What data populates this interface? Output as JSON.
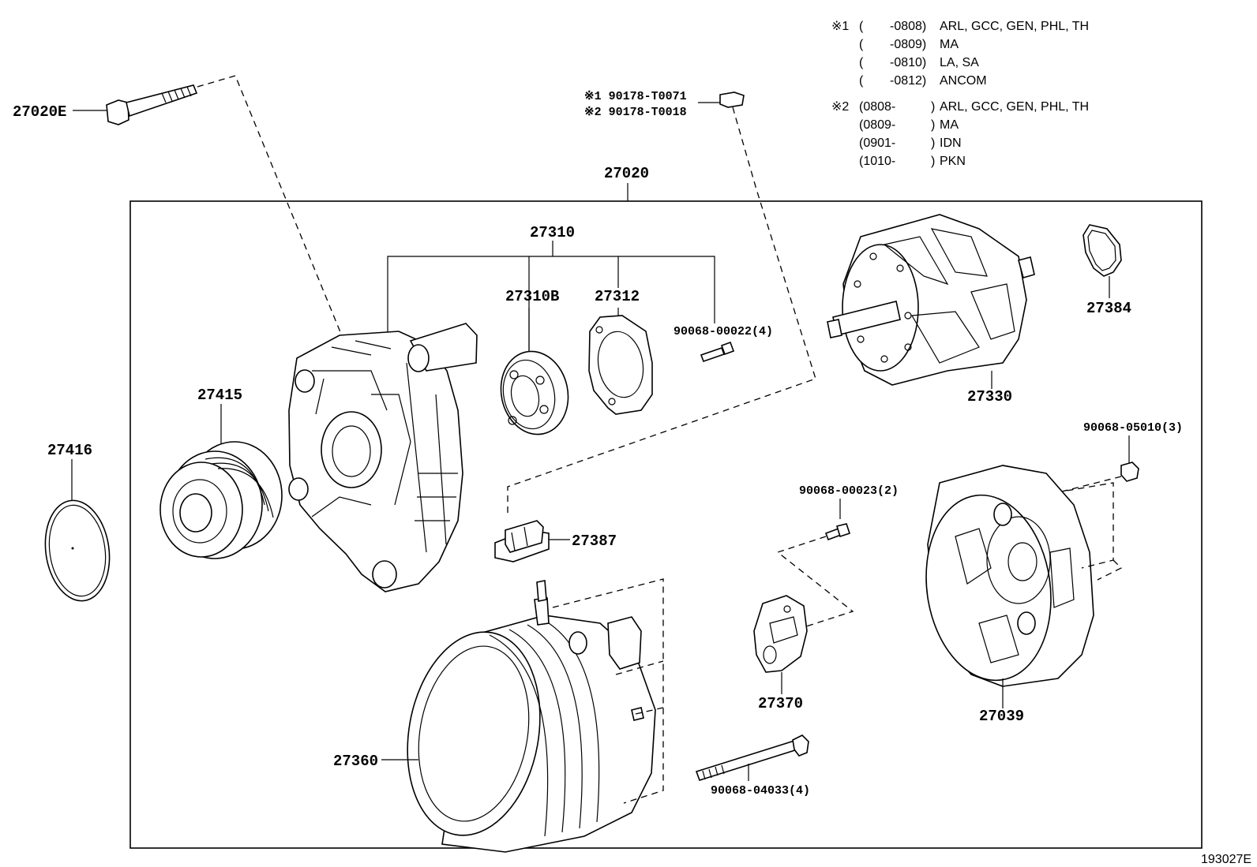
{
  "diagram_id": "193027E",
  "notes": {
    "n1": [
      {
        "marker": "※1",
        "from": "(",
        "to": "-0808)",
        "codes": "ARL, GCC, GEN, PHL, TH"
      },
      {
        "marker": "",
        "from": "(",
        "to": "-0809)",
        "codes": "MA"
      },
      {
        "marker": "",
        "from": "(",
        "to": "-0810)",
        "codes": "LA, SA"
      },
      {
        "marker": "",
        "from": "(",
        "to": "-0812)",
        "codes": "ANCOM"
      }
    ],
    "n2": [
      {
        "marker": "※2",
        "from": "(0808-",
        "to": ")",
        "codes": "ARL, GCC, GEN, PHL, TH"
      },
      {
        "marker": "",
        "from": "(0809-",
        "to": ")",
        "codes": "MA"
      },
      {
        "marker": "",
        "from": "(0901-",
        "to": ")",
        "codes": "IDN"
      },
      {
        "marker": "",
        "from": "(1010-",
        "to": ")",
        "codes": "PKN"
      }
    ]
  },
  "parts": {
    "p27020E": "27020E",
    "p27020": "27020",
    "p27310": "27310",
    "p27310B": "27310B",
    "p27312": "27312",
    "p90068_00022": "90068-00022(4)",
    "p90178_T0071": "※1 90178-T0071",
    "p90178_T0018": "※2 90178-T0018",
    "p27384": "27384",
    "p27330": "27330",
    "p27415": "27415",
    "p27416": "27416",
    "p27387": "27387",
    "p90068_05010": "90068-05010(3)",
    "p90068_00023": "90068-00023(2)",
    "p27370": "27370",
    "p27039": "27039",
    "p27360": "27360",
    "p90068_04033": "90068-04033(4)"
  }
}
